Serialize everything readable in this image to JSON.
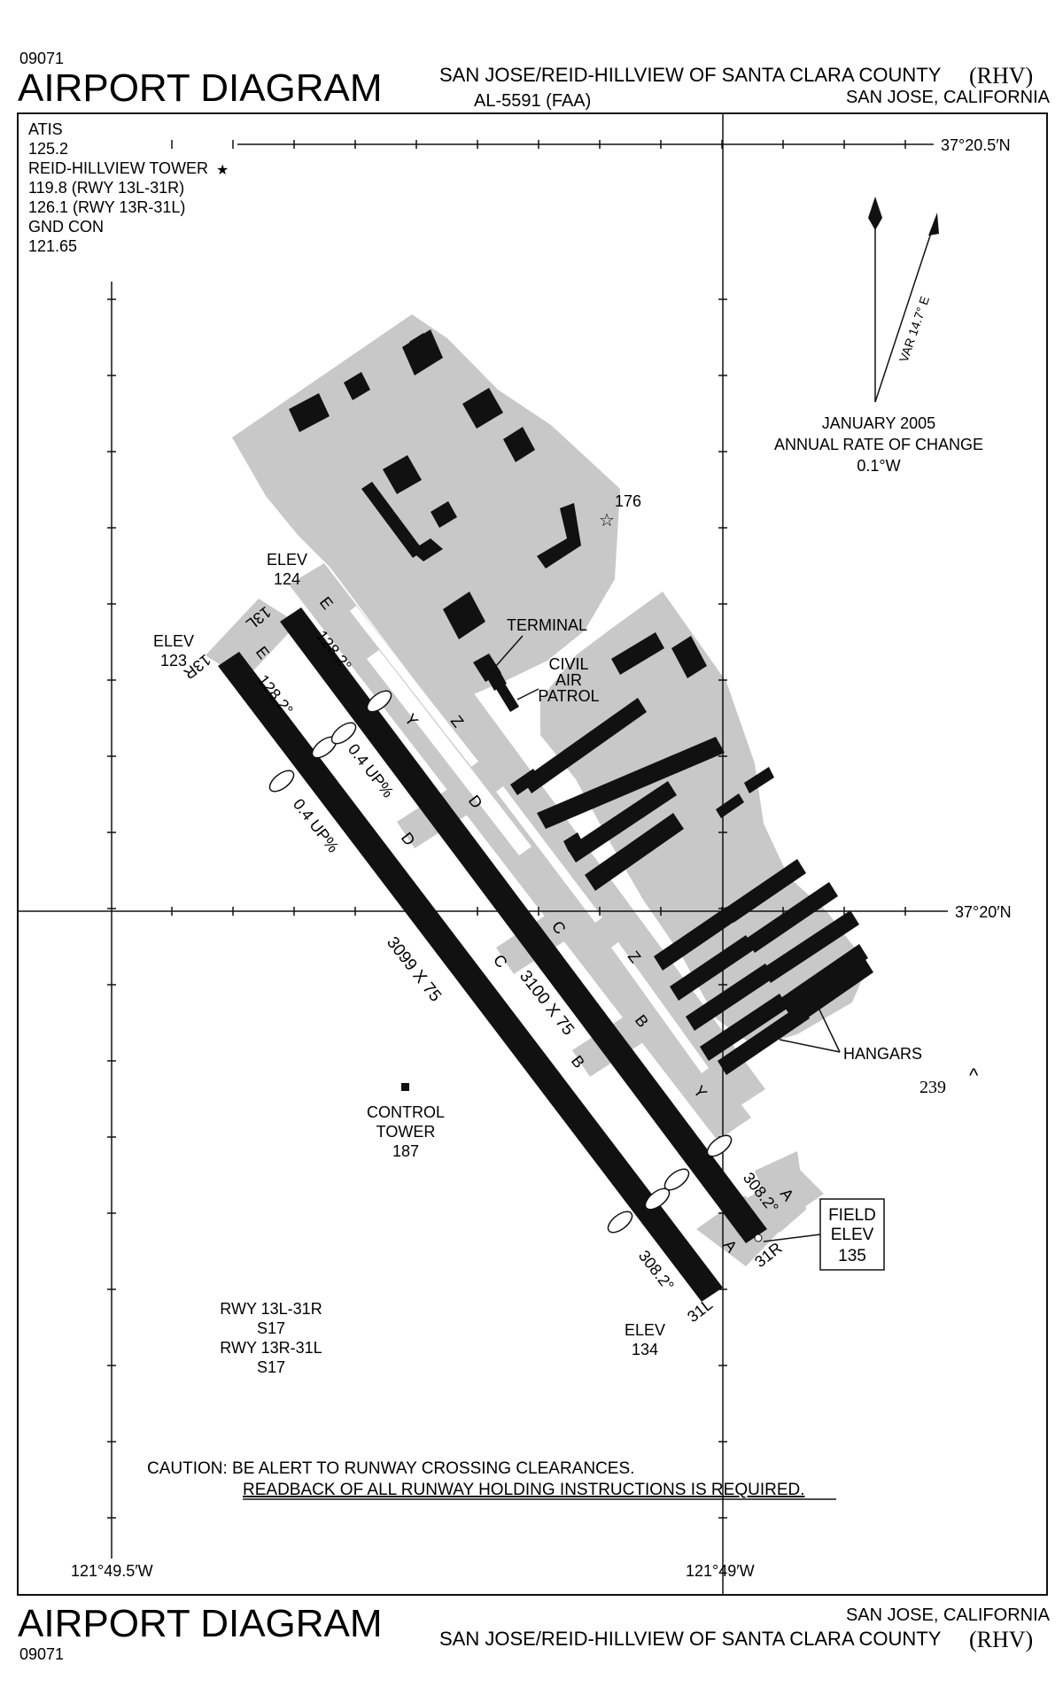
{
  "header": {
    "procedure_number": "09071",
    "title": "AIRPORT DIAGRAM",
    "airport_name": "SAN JOSE/REID-HILLVIEW OF SANTA CLARA COUNTY",
    "airport_id": "(RHV)",
    "al_number": "AL-5591 (FAA)",
    "city_state": "SAN JOSE, CALIFORNIA"
  },
  "footer": {
    "title": "AIRPORT DIAGRAM",
    "procedure_number": "09071",
    "city_state": "SAN JOSE, CALIFORNIA",
    "airport_name": "SAN JOSE/REID-HILLVIEW OF SANTA CLARA COUNTY",
    "airport_id": "(RHV)"
  },
  "comms": [
    "ATIS",
    "125.2",
    "REID-HILLVIEW TOWER",
    "119.8 (RWY 13L-31R)",
    "126.1 (RWY 13R-31L)",
    "GND CON",
    "121.65"
  ],
  "coordinates": {
    "lat_top": "37°20.5′N",
    "lat_mid": "37°20′N",
    "lon_left": "121°49.5′W",
    "lon_right": "121°49′W"
  },
  "magnetic": {
    "var_label": "VAR 14.7° E",
    "date": "JANUARY 2005",
    "rate_label": "ANNUAL RATE OF CHANGE",
    "rate": "0.1°W"
  },
  "runways": {
    "r13r": {
      "id": "13R",
      "elev_label": "ELEV",
      "elev": "123",
      "heading": "128.2°",
      "slope": "0.4 UP%",
      "dims": "3099 X 75"
    },
    "r13l": {
      "id": "13L",
      "elev_label": "ELEV",
      "elev": "124",
      "heading": "128.2°",
      "slope": "0.4 UP%",
      "dims": "3100 X 75"
    },
    "r31l": {
      "id": "31L",
      "elev_label": "ELEV",
      "elev": "134",
      "heading": "308.2°"
    },
    "r31r": {
      "id": "31R",
      "heading": "308.2°"
    }
  },
  "taxiways": {
    "a": "A",
    "b": "B",
    "c": "C",
    "d": "D",
    "e": "E",
    "y": "Y",
    "z": "Z"
  },
  "labels": {
    "terminal": "TERMINAL",
    "civil1": "CIVIL",
    "civil2": "AIR",
    "civil3": "PATROL",
    "hangars": "HANGARS",
    "beacon_elev": "176",
    "obstacle_elev": "239",
    "control_tower": "CONTROL",
    "control_tower2": "TOWER",
    "control_tower_elev": "187",
    "field_elev1": "FIELD",
    "field_elev2": "ELEV",
    "field_elev_value": "135"
  },
  "rwy_condition": [
    "RWY 13L-31R",
    "S17",
    "RWY 13R-31L",
    "S17"
  ],
  "caution": {
    "line1": "CAUTION: BE ALERT TO RUNWAY CROSSING CLEARANCES.",
    "line2": "READBACK OF ALL RUNWAY HOLDING INSTRUCTIONS IS REQUIRED."
  }
}
